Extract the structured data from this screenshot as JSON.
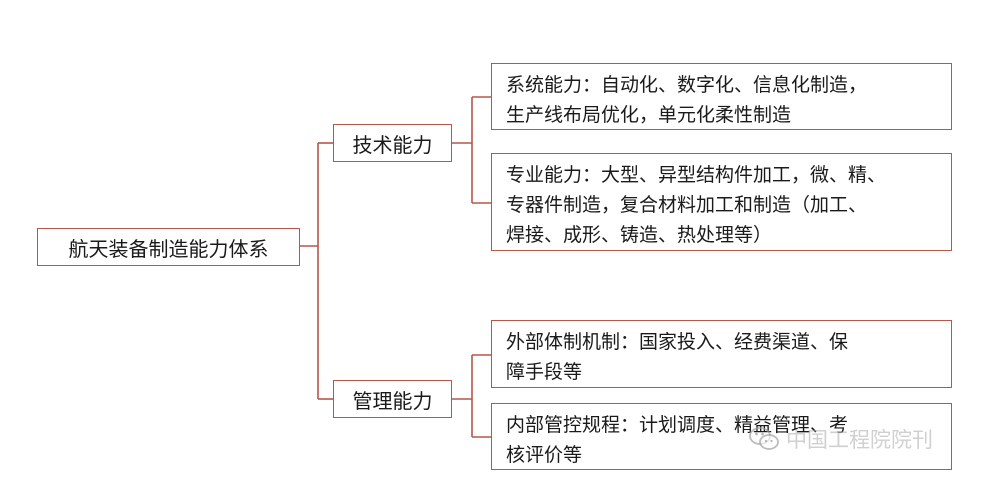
{
  "root": "航天装备制造能力体系",
  "branches": [
    {
      "label": "技术能力",
      "items": [
        [
          "系统能力：自动化、数字化、信息化制造，",
          "生产线布局优化，单元化柔性制造"
        ],
        [
          "专业能力：大型、异型结构件加工，微、精、",
          "专器件制造，复合材料加工和制造（加工、",
          "焊接、成形、铸造、热处理等）"
        ]
      ]
    },
    {
      "label": "管理能力",
      "items": [
        [
          "外部体制机制：国家投入、经费渠道、保",
          "障手段等"
        ],
        [
          "内部管控规程：计划调度、精益管理、考",
          "核评价等"
        ]
      ]
    }
  ],
  "watermark": "中国工程院院刊",
  "colors": {
    "line": "#b5574a",
    "text": "#1a1a1a",
    "watermark": "#aaaaaa"
  },
  "icons": {
    "watermark": "wechat-icon"
  }
}
